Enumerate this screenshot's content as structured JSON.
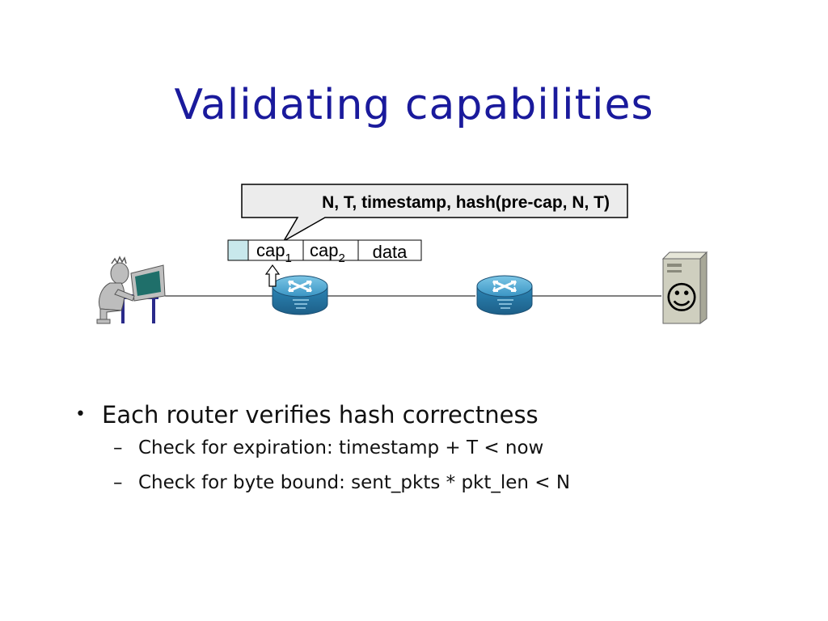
{
  "slide": {
    "title": "Validating capabilities"
  },
  "diagram": {
    "callout_text": "N, T, timestamp, hash(pre-cap, N, T)",
    "packet": {
      "fields": [
        {
          "base": "",
          "sub": ""
        },
        {
          "base": "cap",
          "sub": "1"
        },
        {
          "base": "cap",
          "sub": "2"
        },
        {
          "base": "data",
          "sub": ""
        }
      ]
    },
    "server_face_glyph": "☺",
    "colors": {
      "router": "#2f8fbd",
      "header_cell": "#c8e8ec",
      "callout_fill": "#ececec",
      "server": "#cfcfbf"
    }
  },
  "bullets": {
    "main": "Each router verifies hash correctness",
    "subs": [
      "Check for expiration: timestamp + T < now",
      "Check for byte bound: sent_pkts * pkt_len < N"
    ]
  }
}
